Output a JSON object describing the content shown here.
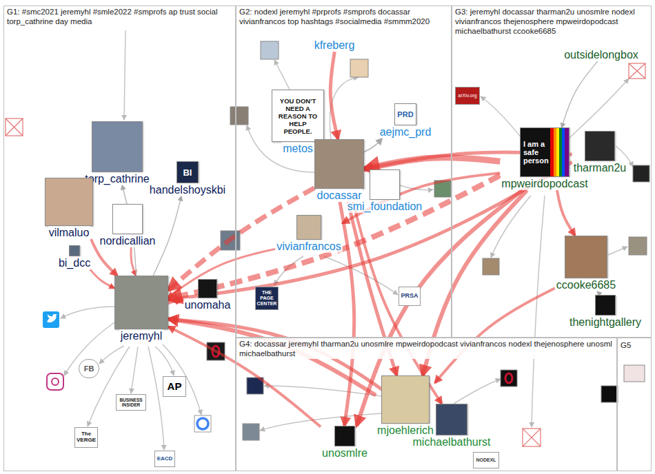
{
  "diagram": {
    "nodes": [
      {
        "text": [
          "G1: #smc2021 jeremyhl #smle2022 #smprofs ap trust social torp_cathrine day media"
        ]
      },
      {
        "text": [
          "torp_cathrine"
        ],
        "in": 0
      },
      {
        "text": [
          "BI",
          "handelshoyskbi"
        ],
        "in": 0
      },
      {
        "text": [
          "vilmaluo"
        ],
        "in": 0
      },
      {
        "text": [
          "nordicallian"
        ],
        "in": 0
      },
      {
        "text": [
          "bi_dcc"
        ],
        "in": 0
      },
      {
        "text": [
          "jeremyhl"
        ],
        "in": 0
      },
      {
        "text": [
          "unomaha"
        ],
        "in": 0
      },
      {
        "text": [
          "G2: nodexl jeremyhl #prprofs #smprofs docassar vivianfrancos top hashtags #socialmedia #smmm2020"
        ]
      },
      {
        "text": [
          "kfreberg"
        ],
        "in": 8
      },
      {
        "text": [
          "YOU DON'T NEED A REASON TO HELP PEOPLE.",
          "metos"
        ],
        "in": 8
      },
      {
        "text": [
          "docassar"
        ],
        "in": 8
      },
      {
        "text": [
          "PRD",
          "aejmc_prd"
        ],
        "in": 8
      },
      {
        "text": [
          "smi_foundation"
        ],
        "in": 8
      },
      {
        "text": [
          "vivianfrancos"
        ],
        "in": 8
      },
      {
        "text": [
          "G3: jeremyhl docassar tharman2u unosmlre nodexl vivianfrancos thejenosphere mpweirdopodcast michaelbathurst ccooke6685"
        ]
      },
      {
        "text": [
          "outsidelongbox"
        ],
        "in": 15
      },
      {
        "text": [
          "tharman2u"
        ],
        "in": 15
      },
      {
        "text": [
          "I am a safe person",
          "mpweirdopodcast"
        ],
        "in": 15
      },
      {
        "text": [
          "ccooke6685"
        ],
        "in": 15
      },
      {
        "text": [
          "thenightgallery"
        ],
        "in": 15
      },
      {
        "text": [
          "G4: docassar jeremyhl tharman2u unosmlre mpweirdopodcast vivianfrancos nodexl thejenosphere unosml michaelbathurst"
        ]
      },
      {
        "text": [
          "mjoehlerich"
        ],
        "in": 21
      },
      {
        "text": [
          "michaelbathurst"
        ],
        "in": 21
      },
      {
        "text": [
          "unosmlre"
        ],
        "in": 21
      },
      {
        "text": [
          "G5"
        ]
      }
    ],
    "edges": [
      {
        "from": 18,
        "to": 11,
        "arrow": "to"
      },
      {
        "from": 18,
        "to": 6,
        "arrow": "to"
      },
      {
        "from": 11,
        "to": 6,
        "arrow": "to"
      },
      {
        "from": 18,
        "to": 14,
        "arrow": "to"
      },
      {
        "from": 18,
        "to": 22,
        "arrow": "to"
      },
      {
        "from": 18,
        "to": 24,
        "arrow": "to"
      },
      {
        "from": 18,
        "to": 19,
        "arrow": "to"
      },
      {
        "from": 11,
        "to": 24,
        "arrow": "to"
      },
      {
        "from": 11,
        "to": 23,
        "arrow": "to"
      },
      {
        "from": 11,
        "to": 22,
        "arrow": "to"
      },
      {
        "from": 14,
        "to": 6,
        "arrow": "to"
      },
      {
        "from": 22,
        "to": 6,
        "arrow": "to"
      },
      {
        "from": 23,
        "to": 6,
        "arrow": "to"
      },
      {
        "from": 24,
        "to": 6,
        "arrow": "to"
      },
      {
        "from": 3,
        "to": 6,
        "arrow": "to"
      },
      {
        "from": 4,
        "to": 6,
        "arrow": "to"
      },
      {
        "from": 6,
        "to": 7,
        "arrow": "to"
      },
      {
        "from": 9,
        "to": 11,
        "arrow": "to"
      },
      {
        "from": 6,
        "to": 1,
        "arrow": "to"
      },
      {
        "from": 6,
        "to": 2,
        "arrow": "to"
      },
      {
        "from": 5,
        "to": 6,
        "arrow": "to"
      },
      {
        "from": 10,
        "to": 11,
        "arrow": "to"
      },
      {
        "from": 11,
        "to": 12,
        "arrow": "to"
      },
      {
        "from": 11,
        "to": 13,
        "arrow": "to"
      },
      {
        "from": 16,
        "to": 18,
        "arrow": "to"
      },
      {
        "from": 17,
        "to": 6,
        "arrow": "to"
      },
      {
        "from": 17,
        "to": 11,
        "arrow": "to"
      },
      {
        "from": 20,
        "to": 19,
        "arrow": "to"
      },
      {
        "from": 19,
        "to": 22,
        "arrow": "to"
      }
    ],
    "labels": [
      "THE PAGE CENTER",
      "PRSA",
      "arXiv.org",
      "NODEXL",
      "AP",
      "FB",
      "BUSINESS INSIDER",
      "The VERGE",
      "EACD"
    ]
  }
}
